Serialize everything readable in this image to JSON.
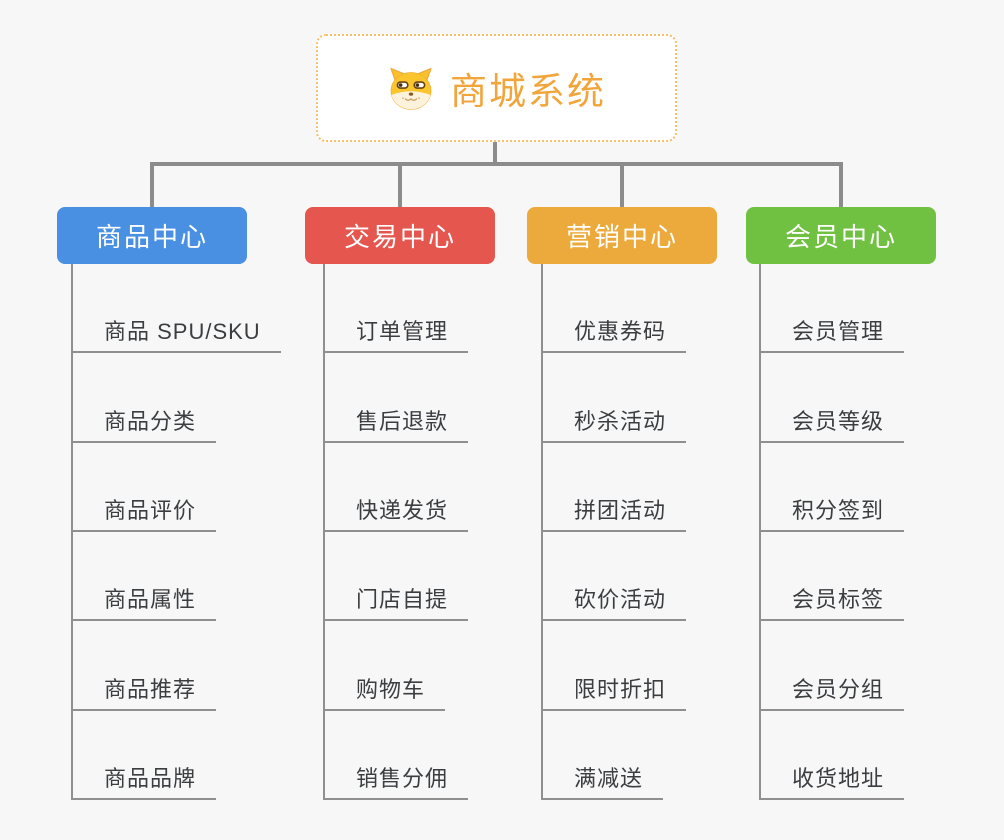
{
  "root": {
    "title": "商城系统",
    "icon": "shiba-dog-face-icon",
    "title_color": "#f2a53a",
    "border_color": "#f5c06a"
  },
  "branches": [
    {
      "label": "商品中心",
      "color": "#4a90e2",
      "items": [
        "商品 SPU/SKU",
        "商品分类",
        "商品评价",
        "商品属性",
        "商品推荐",
        "商品品牌"
      ]
    },
    {
      "label": "交易中心",
      "color": "#e5564f",
      "items": [
        "订单管理",
        "售后退款",
        "快递发货",
        "门店自提",
        "购物车",
        "销售分佣"
      ]
    },
    {
      "label": "营销中心",
      "color": "#ecaa3d",
      "items": [
        "优惠券码",
        "秒杀活动",
        "拼团活动",
        "砍价活动",
        "限时折扣",
        "满减送"
      ]
    },
    {
      "label": "会员中心",
      "color": "#70c142",
      "items": [
        "会员管理",
        "会员等级",
        "积分签到",
        "会员标签",
        "会员分组",
        "收货地址"
      ]
    }
  ],
  "colors": {
    "background": "#f7f7f7",
    "connector": "#8c8c8c",
    "leaf_line": "#8f8f8f",
    "leaf_text": "#3b3e41",
    "root_background": "#ffffff"
  }
}
